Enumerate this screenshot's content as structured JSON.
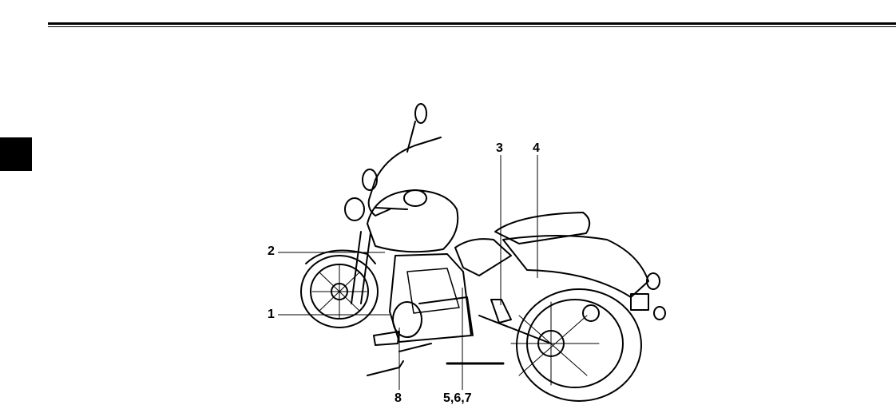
{
  "page": {
    "background": "#ffffff",
    "ink": "#000000"
  },
  "callouts": {
    "c1": "1",
    "c2": "2",
    "c3": "3",
    "c4": "4",
    "c567": "5,6,7",
    "c8": "8"
  },
  "illustration": {
    "subject": "motorcycle-right-side-rear-view-icon"
  }
}
